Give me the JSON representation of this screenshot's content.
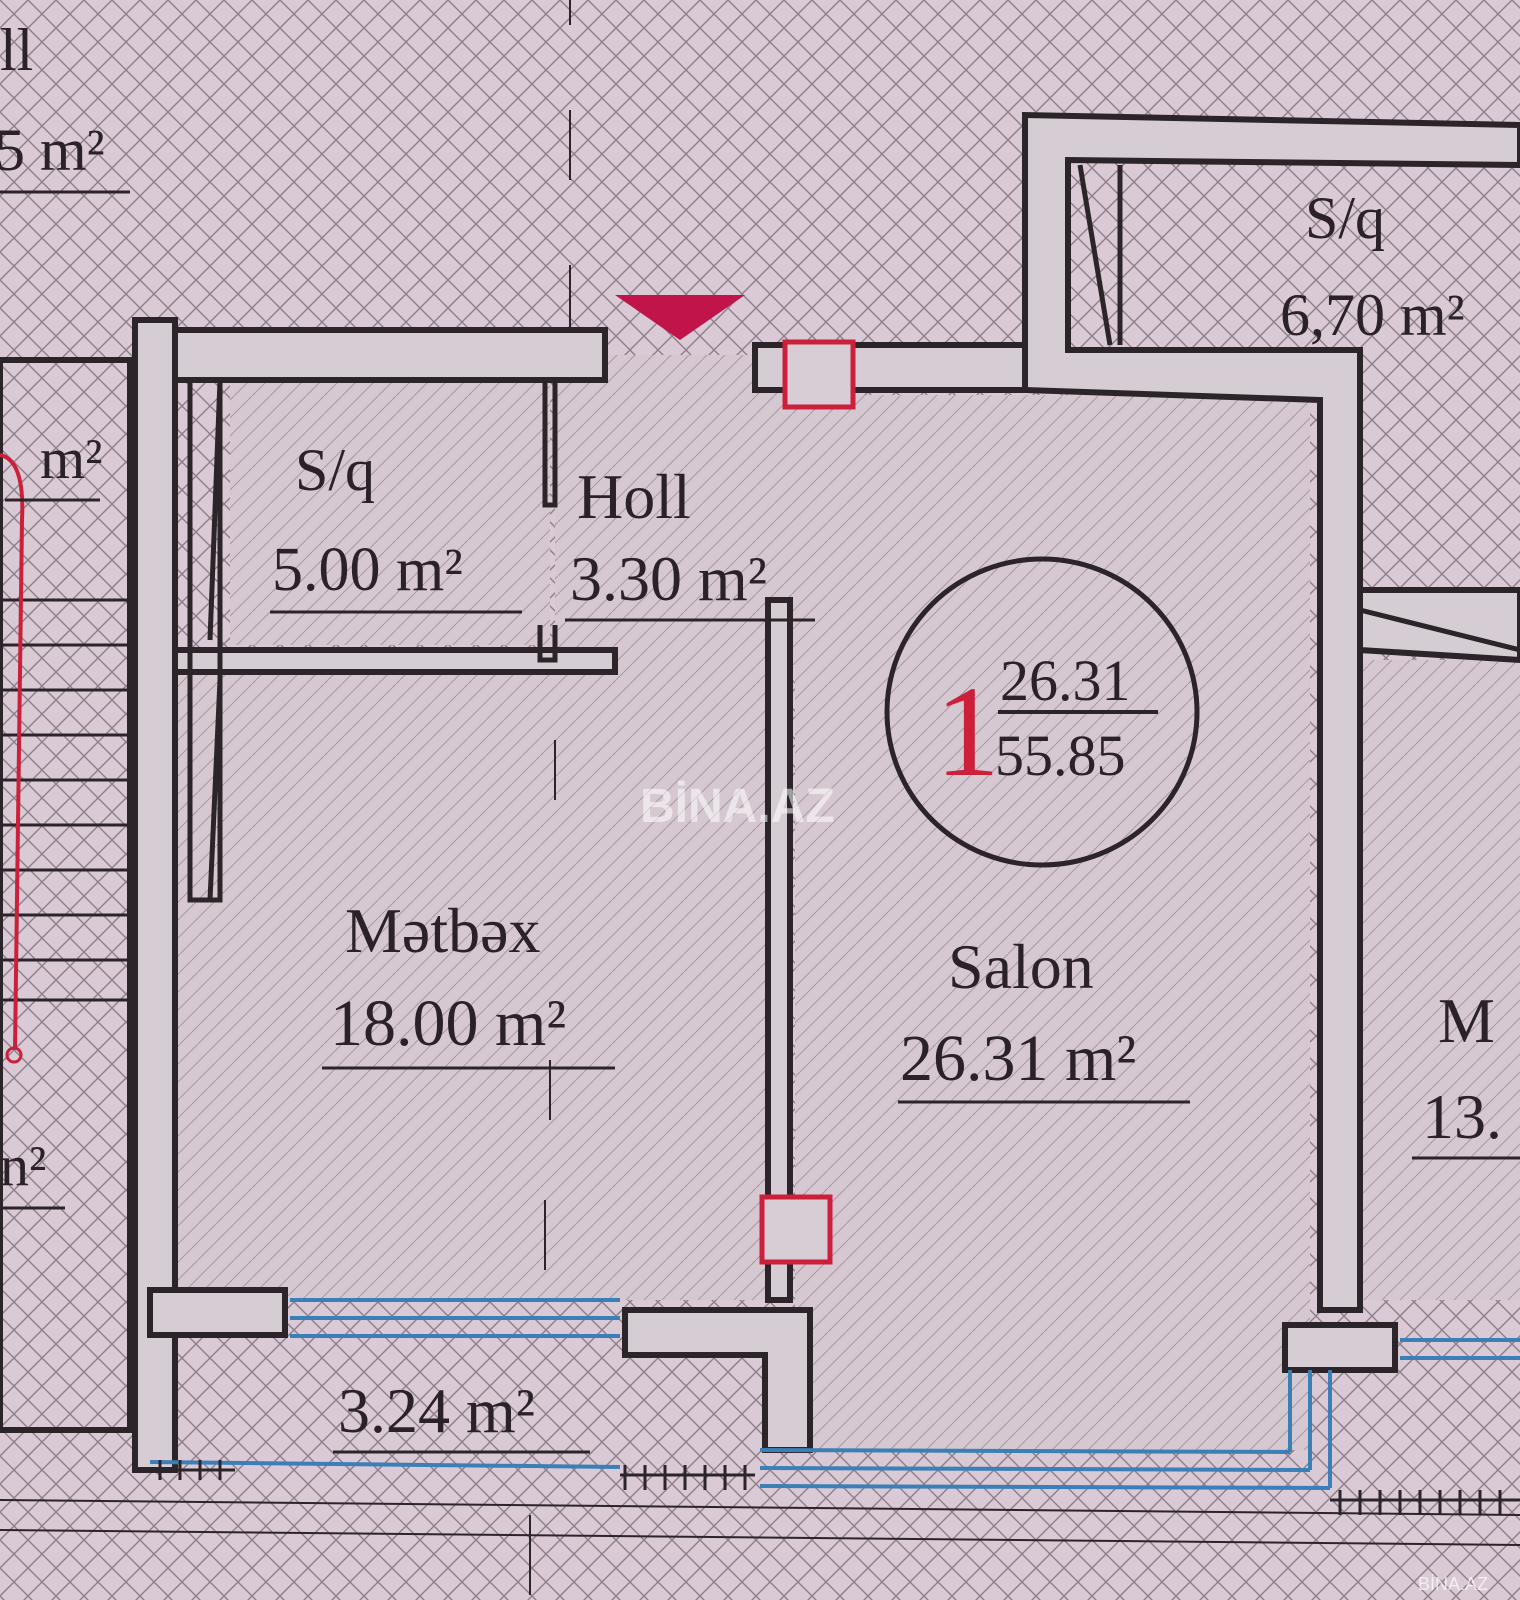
{
  "rooms": {
    "top_left": {
      "area_partial": "5 m²",
      "name_partial": "ll"
    },
    "left_stair": {
      "area_top_partial": "m²",
      "area_bottom_partial": "n²"
    },
    "storage_top_right": {
      "name": "S/q",
      "area": "6,70 m²"
    },
    "storage_left": {
      "name": "S/q",
      "area": "5.00 m²"
    },
    "hall": {
      "name": "Holl",
      "area": "3.30 m²"
    },
    "kitchen": {
      "name": "Mətbəx",
      "area": "18.00 m²"
    },
    "salon": {
      "name": "Salon",
      "area": "26.31 m²"
    },
    "balcony": {
      "area": "3.24 m²"
    },
    "right_room": {
      "name_partial": "M",
      "area_partial": "13."
    }
  },
  "apartment_badge": {
    "number": "1",
    "living_area": "26.31",
    "total_area": "55.85"
  },
  "watermark": {
    "center": "BİNA.AZ",
    "corner": "BİNA.AZ"
  },
  "colors": {
    "background": "#d8c9d3",
    "wall": "#2b2428",
    "wall_fill": "#d6ccd3",
    "accent_red": "#cc1f3a",
    "entrance_marker": "#c0144a",
    "window_blue": "#3a7fb5"
  }
}
